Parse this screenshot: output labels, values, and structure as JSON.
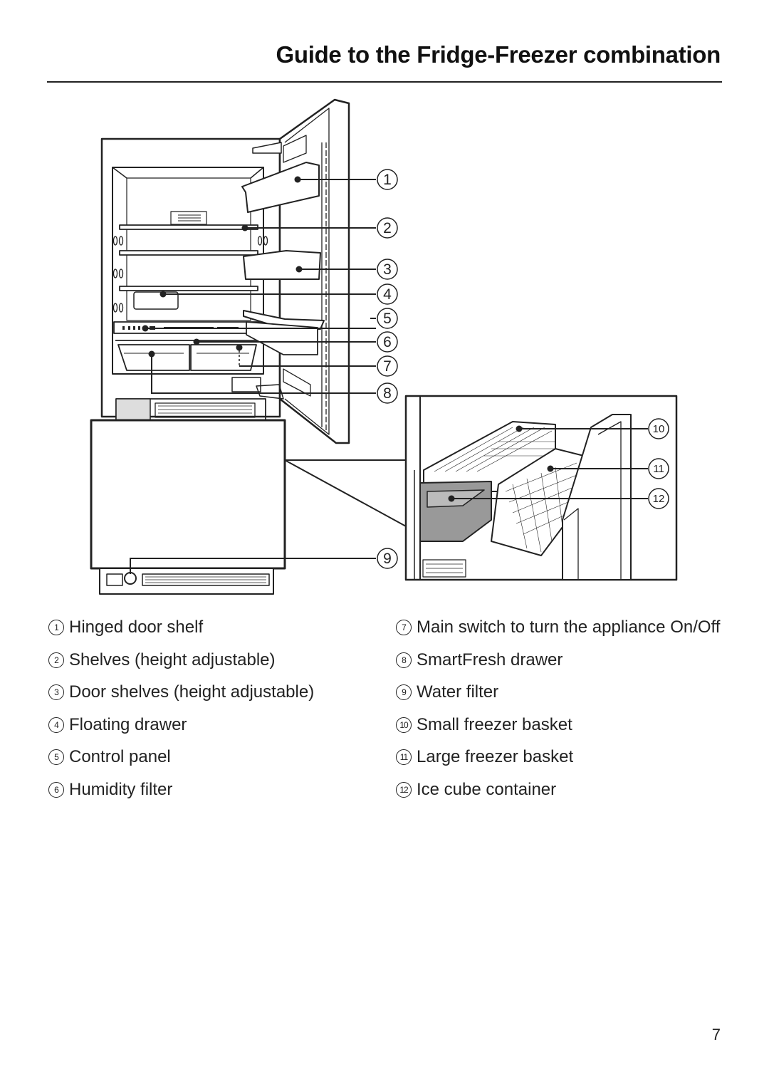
{
  "title": "Guide to the Fridge-Freezer combination",
  "callouts": [
    "1",
    "2",
    "3",
    "4",
    "5",
    "6",
    "7",
    "8",
    "9",
    "10",
    "11",
    "12"
  ],
  "legend": [
    {
      "number": "1",
      "label": "Hinged door shelf"
    },
    {
      "number": "2",
      "label": "Shelves (height adjustable)"
    },
    {
      "number": "3",
      "label": "Door shelves (height adjustable)"
    },
    {
      "number": "4",
      "label": "Floating drawer"
    },
    {
      "number": "5",
      "label": "Control panel"
    },
    {
      "number": "6",
      "label": "Humidity filter"
    },
    {
      "number": "7",
      "label": "Main switch to turn the appliance On/Off"
    },
    {
      "number": "8",
      "label": "SmartFresh drawer"
    },
    {
      "number": "9",
      "label": "Water filter"
    },
    {
      "number": "10",
      "label": "Small freezer basket"
    },
    {
      "number": "11",
      "label": "Large freezer basket"
    },
    {
      "number": "12",
      "label": "Ice cube container"
    }
  ],
  "page_number": "7"
}
